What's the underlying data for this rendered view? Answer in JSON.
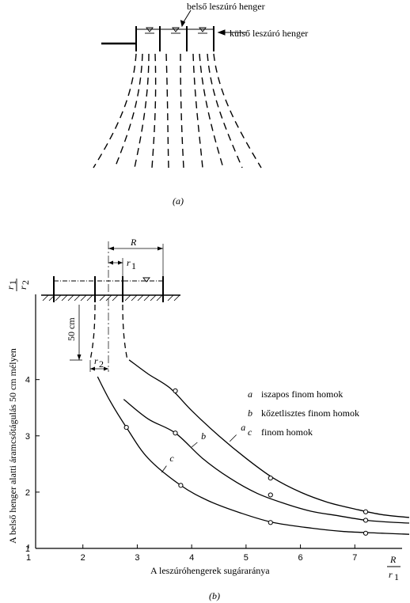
{
  "figure_a": {
    "label_inner": "belső leszúró henger",
    "label_outer": "külső leszúró henger",
    "caption": "(a)"
  },
  "figure_b": {
    "caption": "(b)",
    "R": "R",
    "r1": "r",
    "r1_sub": "1",
    "r2": "r",
    "r2_sub": "2",
    "depth": "50 cm",
    "ratio_R": "R",
    "ratio_r1": "r",
    "ratio_r1_sub": "1",
    "ylabel_ratio_num": "r",
    "ylabel_ratio_num_sub": "1",
    "ylabel_ratio_den": "r",
    "ylabel_ratio_den_sub": "2"
  },
  "chart_data": {
    "type": "line",
    "xlabel": "A leszúróhengerek sugáraránya",
    "ylabel": "A belső henger alatti áramcsőtágulás 50 cm mélyen",
    "xlim": [
      1,
      8
    ],
    "ylim": [
      1,
      5.5
    ],
    "xticks": [
      1,
      2,
      3,
      4,
      5,
      6,
      7
    ],
    "yticks": [
      1,
      2,
      3,
      4
    ],
    "series": [
      {
        "name": "a",
        "legend": "iszapos finom homok",
        "curve": [
          [
            2.85,
            4.35
          ],
          [
            3.2,
            4.1
          ],
          [
            3.6,
            3.85
          ],
          [
            4.0,
            3.45
          ],
          [
            4.5,
            3.0
          ],
          [
            5.0,
            2.6
          ],
          [
            5.5,
            2.25
          ],
          [
            6.0,
            2.0
          ],
          [
            6.5,
            1.82
          ],
          [
            7.0,
            1.7
          ],
          [
            7.5,
            1.6
          ],
          [
            8.0,
            1.55
          ]
        ],
        "points": [
          [
            3.7,
            3.8
          ],
          [
            5.45,
            2.25
          ],
          [
            7.2,
            1.65
          ]
        ]
      },
      {
        "name": "b",
        "legend": "kőzetlisztes finom homok",
        "curve": [
          [
            2.75,
            3.65
          ],
          [
            3.2,
            3.3
          ],
          [
            3.7,
            3.05
          ],
          [
            4.2,
            2.6
          ],
          [
            4.7,
            2.25
          ],
          [
            5.2,
            1.98
          ],
          [
            5.7,
            1.8
          ],
          [
            6.2,
            1.66
          ],
          [
            6.7,
            1.58
          ],
          [
            7.2,
            1.5
          ],
          [
            7.6,
            1.47
          ],
          [
            8.0,
            1.45
          ]
        ],
        "points": [
          [
            3.7,
            3.05
          ],
          [
            5.45,
            1.95
          ],
          [
            7.2,
            1.5
          ]
        ]
      },
      {
        "name": "c",
        "legend": "finom homok",
        "curve": [
          [
            2.27,
            4.05
          ],
          [
            2.5,
            3.62
          ],
          [
            2.8,
            3.15
          ],
          [
            3.2,
            2.6
          ],
          [
            3.8,
            2.12
          ],
          [
            4.3,
            1.85
          ],
          [
            4.9,
            1.63
          ],
          [
            5.5,
            1.46
          ],
          [
            6.2,
            1.36
          ],
          [
            6.8,
            1.3
          ],
          [
            7.5,
            1.27
          ],
          [
            8.0,
            1.25
          ]
        ],
        "points": [
          [
            2.8,
            3.15
          ],
          [
            3.8,
            2.12
          ],
          [
            5.45,
            1.46
          ],
          [
            7.2,
            1.27
          ]
        ]
      }
    ]
  }
}
